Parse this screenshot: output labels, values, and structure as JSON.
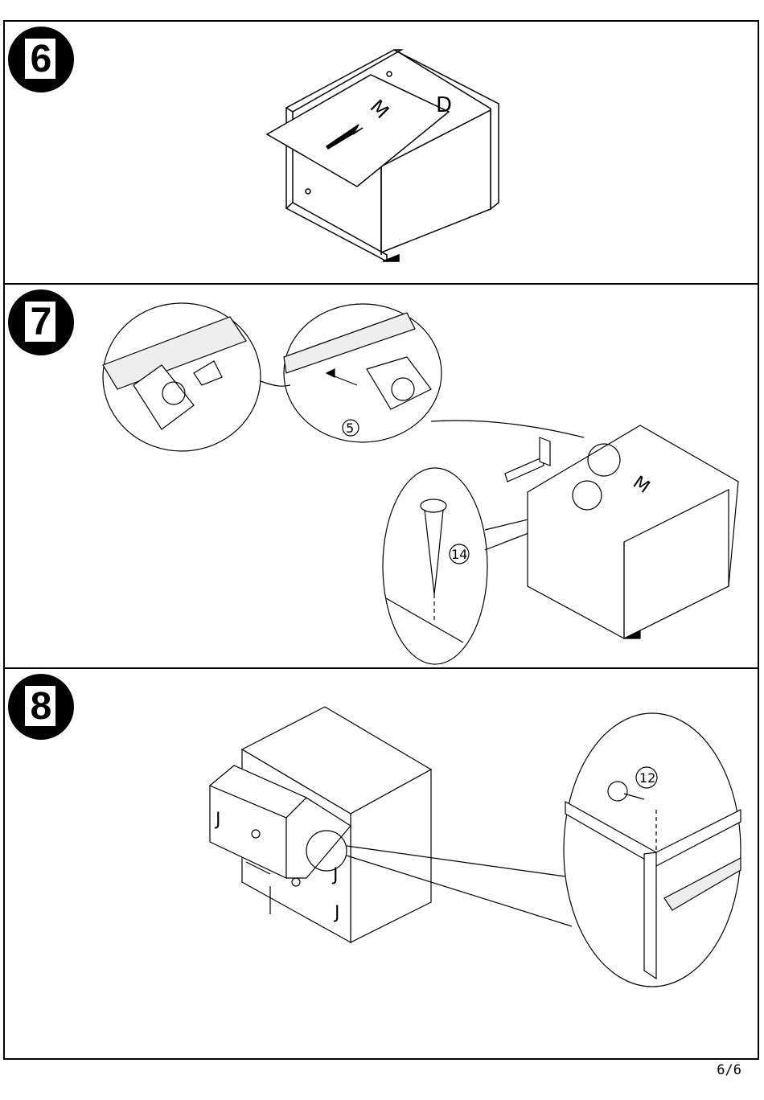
{
  "steps": [
    {
      "number": "6",
      "panel_letters": [
        "M",
        "D"
      ]
    },
    {
      "number": "7",
      "part_labels": [
        "5",
        "14"
      ],
      "panel_letters": [
        "M"
      ]
    },
    {
      "number": "8",
      "part_labels": [
        "12"
      ],
      "panel_letters": [
        "J",
        "J",
        "J"
      ]
    }
  ],
  "page": {
    "number": "6/6"
  }
}
